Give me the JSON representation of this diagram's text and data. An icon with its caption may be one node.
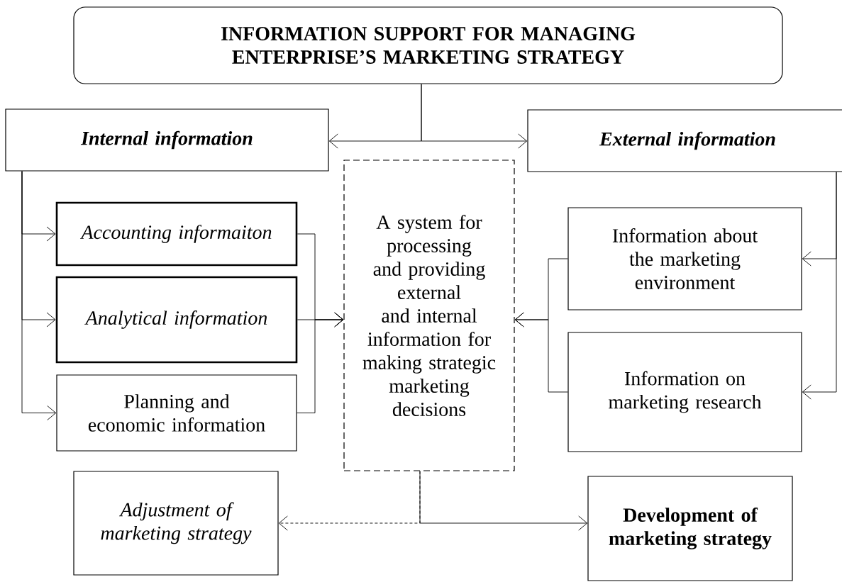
{
  "diagram": {
    "nodes": [
      {
        "text": [
          "INFORMATION SUPPORT FOR MANAGING ENTERPRISE’S MARKETING STRATEGY"
        ]
      },
      {
        "text": [
          "Internal information"
        ]
      },
      {
        "text": [
          "External information"
        ]
      },
      {
        "text": [
          "A system for processing and providing external and internal information for making strategic marketing decisions"
        ]
      },
      {
        "text": [
          "Accounting informaiton"
        ]
      },
      {
        "text": [
          "Analytical information"
        ]
      },
      {
        "text": [
          "Planning and economic information"
        ]
      },
      {
        "text": [
          "Information about the marketing environment"
        ]
      },
      {
        "text": [
          "Information on marketing research"
        ]
      },
      {
        "text": [
          "Adjustment of marketing strategy"
        ]
      },
      {
        "text": [
          "Development of marketing strategy"
        ]
      }
    ],
    "edges": [
      {
        "from": 0,
        "to": 1,
        "arrow": "to"
      },
      {
        "from": 0,
        "to": 2,
        "arrow": "to"
      },
      {
        "from": 1,
        "to": 4,
        "arrow": "to"
      },
      {
        "from": 1,
        "to": 5,
        "arrow": "to"
      },
      {
        "from": 1,
        "to": 6,
        "arrow": "to"
      },
      {
        "from": 4,
        "to": 3,
        "arrow": "to"
      },
      {
        "from": 5,
        "to": 3,
        "arrow": "to"
      },
      {
        "from": 6,
        "to": 3,
        "arrow": "to"
      },
      {
        "from": 2,
        "to": 7,
        "arrow": "to"
      },
      {
        "from": 2,
        "to": 8,
        "arrow": "to"
      },
      {
        "from": 7,
        "to": 3,
        "arrow": "to"
      },
      {
        "from": 8,
        "to": 3,
        "arrow": "to"
      },
      {
        "from": 3,
        "to": 9,
        "arrow": "to",
        "style": "dashed"
      },
      {
        "from": 3,
        "to": 10,
        "arrow": "to"
      }
    ]
  }
}
